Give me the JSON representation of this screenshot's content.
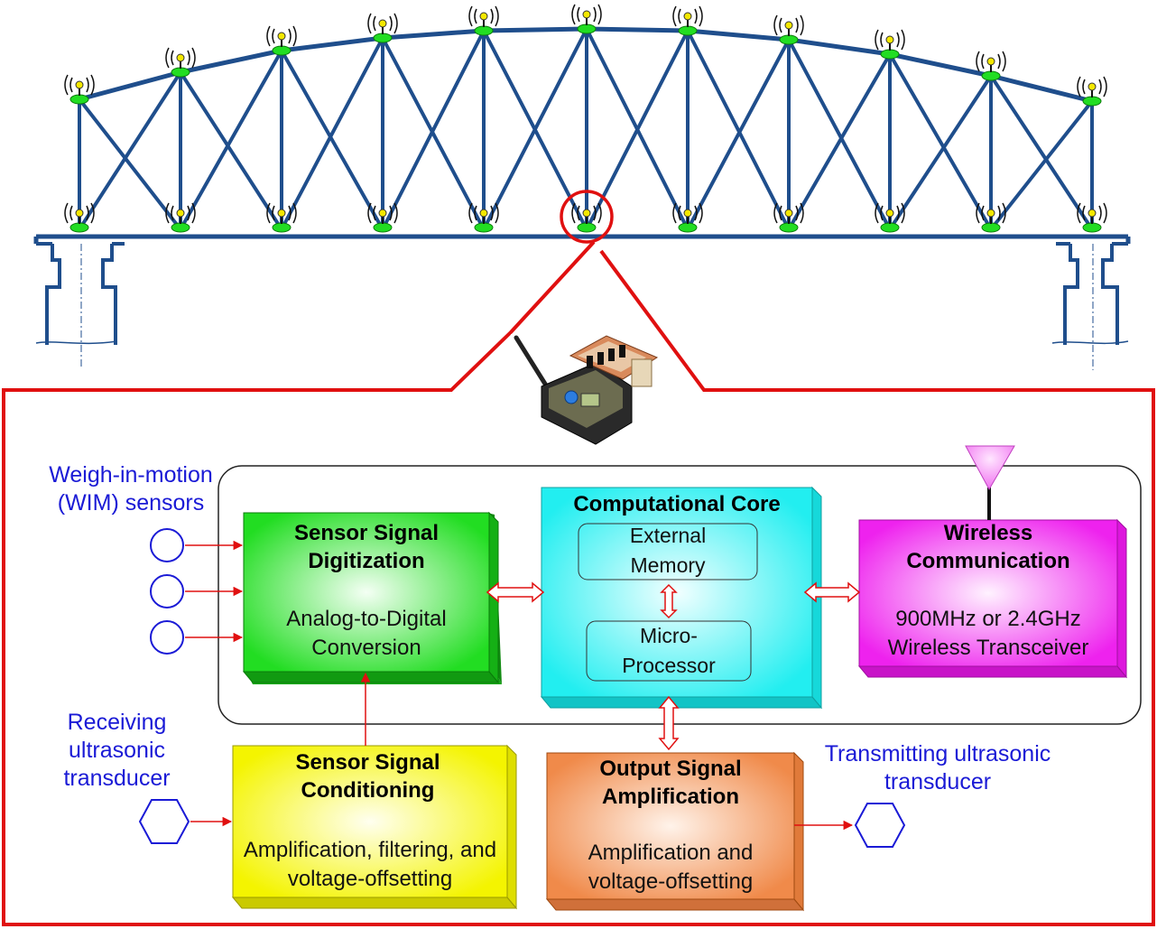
{
  "labels": {
    "wim_sensors": "Weigh-in-motion (WIM) sensors",
    "receiving_transducer": "Receiving ultrasonic transducer",
    "transmitting_transducer": "Transmitting ultrasonic transducer"
  },
  "blocks": {
    "digitization": {
      "title": "Sensor Signal Digitization",
      "subtitle": "Analog-to-Digital Conversion"
    },
    "core": {
      "title": "Computational Core",
      "memory": "External Memory",
      "processor": "Micro-Processor"
    },
    "wireless": {
      "title": "Wireless Communication",
      "subtitle": "900MHz or 2.4GHz Wireless Transceiver"
    },
    "conditioning": {
      "title": "Sensor Signal Conditioning",
      "subtitle": "Amplification, filtering, and voltage-offsetting"
    },
    "output": {
      "title": "Output Signal Amplification",
      "subtitle": "Amplification and voltage-offsetting"
    }
  },
  "colors": {
    "truss": "#1f4e8c",
    "highlight": "#e01010",
    "digitization": "#22dd22",
    "core": "#22eef0",
    "wireless": "#ee22ee",
    "conditioning": "#f4f400",
    "output": "#f08a4a",
    "label_text": "#1a1ad6"
  }
}
